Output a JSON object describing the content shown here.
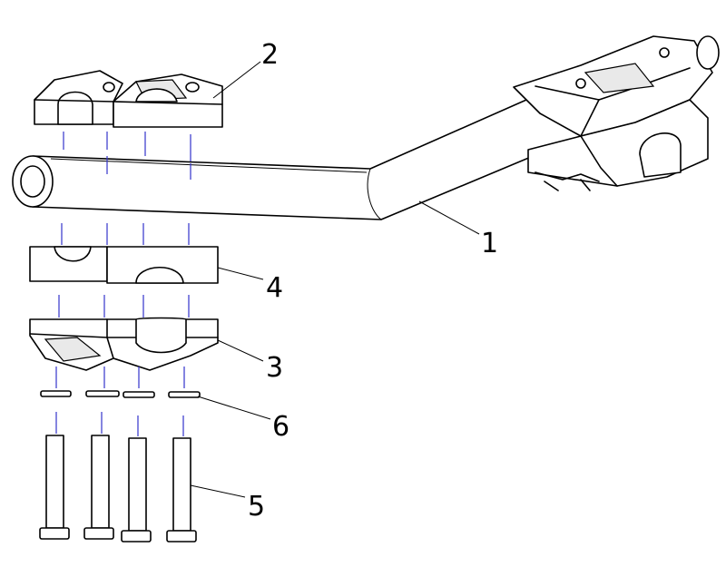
{
  "labels": {
    "part1": "1",
    "part2": "2",
    "part3": "3",
    "part4": "4",
    "part5": "5",
    "part6": "6"
  },
  "colors": {
    "line": "#000000",
    "guide": "#3333cc",
    "background": "#ffffff"
  }
}
